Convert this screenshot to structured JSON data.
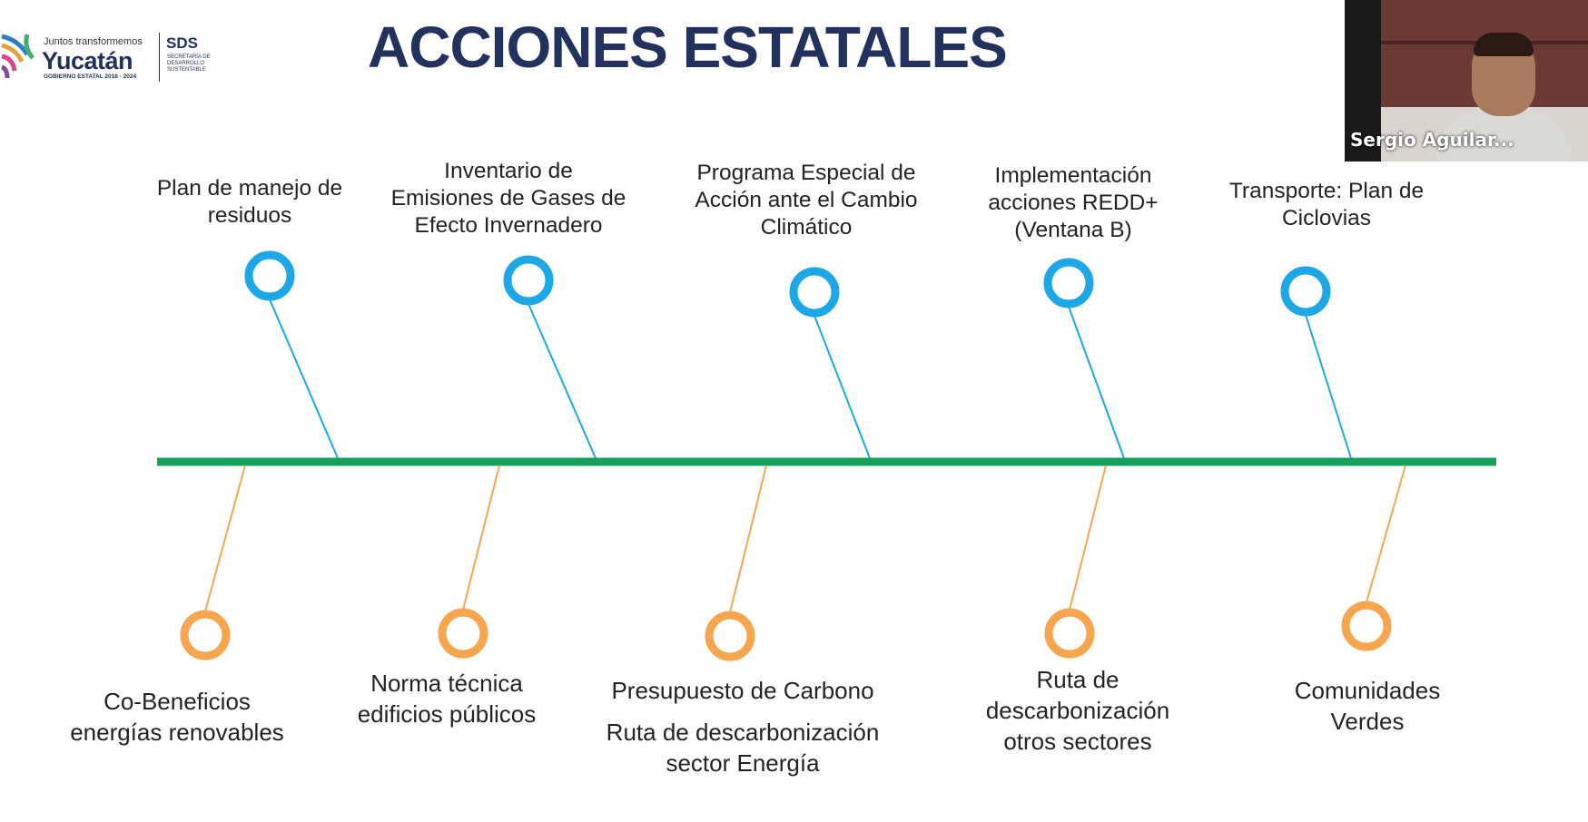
{
  "logo": {
    "tagline": "Juntos transformemos",
    "name": "Yucatán",
    "subtitle": "GOBIERNO ESTATAL 2018 - 2024",
    "agency": "SDS",
    "agency_full": "SECRETARÍA DE DESARROLLO SUSTENTABLE"
  },
  "title": "ACCIONES ESTATALES",
  "video": {
    "participant_name": "Sergio Aguilar..."
  },
  "colors": {
    "spine": "#16a05a",
    "top": "#1ea7e7",
    "bottom": "#f7a54f",
    "title": "#22325d"
  },
  "top_actions": [
    {
      "lines": [
        "Plan de manejo de",
        "residuos"
      ]
    },
    {
      "lines": [
        "Inventario de",
        "Emisiones de Gases de",
        "Efecto Invernadero"
      ]
    },
    {
      "lines": [
        "Programa Especial de",
        "Acción ante el Cambio",
        "Climático"
      ]
    },
    {
      "lines": [
        "Implementación",
        "acciones REDD+",
        "(Ventana B)"
      ]
    },
    {
      "lines": [
        "Transporte: Plan de",
        "Ciclovias"
      ]
    }
  ],
  "bottom_actions": [
    {
      "lines": [
        "Co-Beneficios",
        "energías renovables"
      ]
    },
    {
      "lines": [
        "Norma técnica",
        "edificios públicos"
      ]
    },
    {
      "lines": [
        "Presupuesto de Carbono",
        "Ruta de descarbonización",
        "sector Energía"
      ]
    },
    {
      "lines": [
        "Ruta de",
        "descarbonización",
        "otros sectores"
      ]
    },
    {
      "lines": [
        "Comunidades",
        "Verdes"
      ]
    }
  ]
}
